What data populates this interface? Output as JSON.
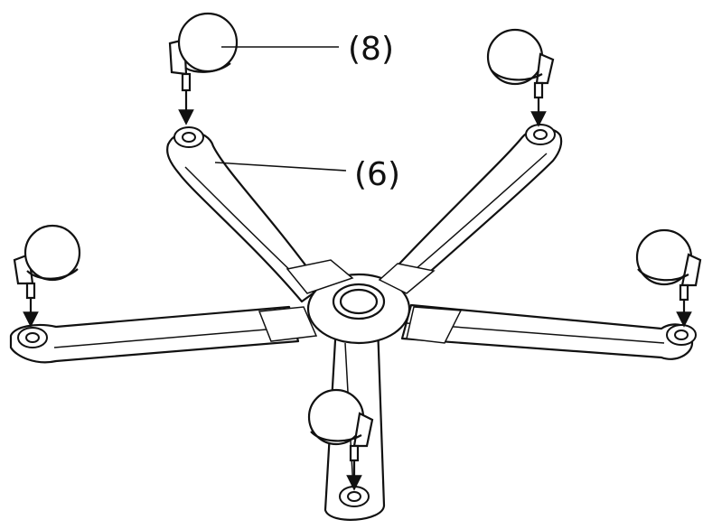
{
  "diagram": {
    "callouts": [
      {
        "id": "caster",
        "text": "(8)"
      },
      {
        "id": "base",
        "text": "(6)"
      }
    ],
    "colors": {
      "stroke": "#111111",
      "fill": "#ffffff",
      "shade": "#e6e6e6"
    },
    "icons": [
      "caster-wheel-icon",
      "insert-arrow-icon",
      "star-base-icon"
    ]
  }
}
